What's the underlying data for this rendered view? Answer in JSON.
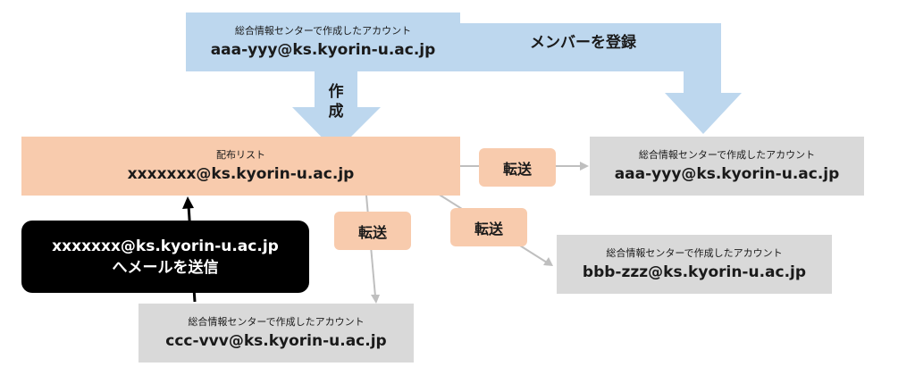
{
  "top_account": {
    "caption": "総合情報センターで作成したアカウント",
    "address": "aaa-yyy@ks.kyorin-u.ac.jp"
  },
  "register_label": "メンバーを登録",
  "create_label": [
    "作",
    "成"
  ],
  "distribution_list": {
    "caption": "配布リスト",
    "address": "xxxxxxx@ks.kyorin-u.ac.jp"
  },
  "send_box": {
    "line1": "xxxxxxx@ks.kyorin-u.ac.jp",
    "line2": "へメールを送信"
  },
  "forward_label": "転送",
  "members": [
    {
      "caption": "総合情報センターで作成したアカウント",
      "address": "aaa-yyy@ks.kyorin-u.ac.jp"
    },
    {
      "caption": "総合情報センターで作成したアカウント",
      "address": "bbb-zzz@ks.kyorin-u.ac.jp"
    },
    {
      "caption": "総合情報センターで作成したアカウント",
      "address": "ccc-vvv@ks.kyorin-u.ac.jp"
    }
  ],
  "colors": {
    "blue": "#bdd7ee",
    "peach": "#f8cbad",
    "gray": "#d9d9d9",
    "black": "#000000",
    "arrow_gray": "#bfbfbf"
  }
}
